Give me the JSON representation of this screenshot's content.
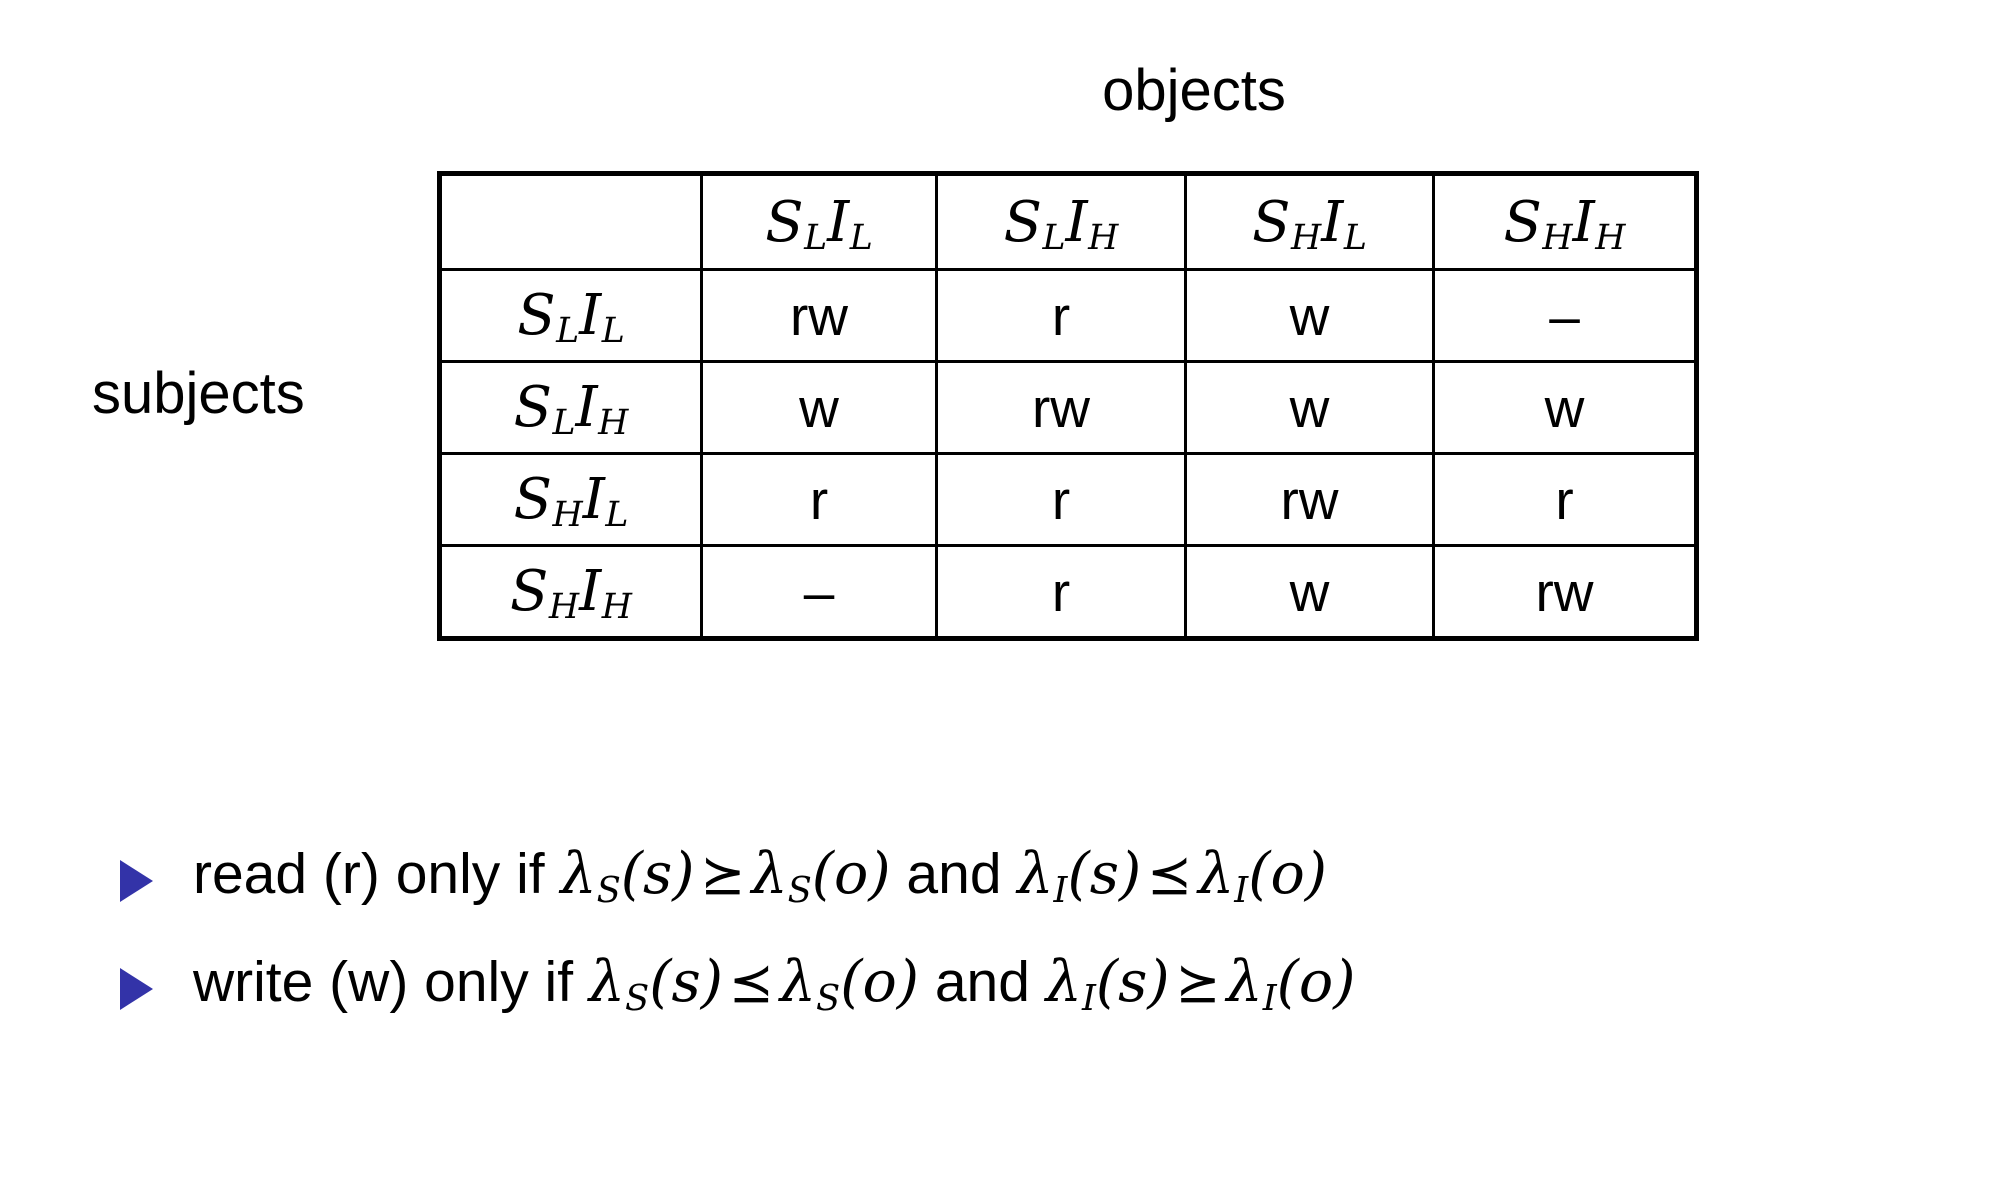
{
  "slide": {
    "objects_caption": "objects",
    "subjects_caption": "subjects"
  },
  "matrix": {
    "corner": "",
    "column_headers": [
      {
        "base": "S",
        "sub1": "L",
        "base2": "I",
        "sub2": "L",
        "text": "SLIL"
      },
      {
        "base": "S",
        "sub1": "L",
        "base2": "I",
        "sub2": "H",
        "text": "SLIH"
      },
      {
        "base": "S",
        "sub1": "H",
        "base2": "I",
        "sub2": "L",
        "text": "SHIL"
      },
      {
        "base": "S",
        "sub1": "H",
        "base2": "I",
        "sub2": "H",
        "text": "SHIH"
      }
    ],
    "row_headers": [
      {
        "base": "S",
        "sub1": "L",
        "base2": "I",
        "sub2": "L",
        "text": "SLIL"
      },
      {
        "base": "S",
        "sub1": "L",
        "base2": "I",
        "sub2": "H",
        "text": "SLIH"
      },
      {
        "base": "S",
        "sub1": "H",
        "base2": "I",
        "sub2": "L",
        "text": "SHIL"
      },
      {
        "base": "S",
        "sub1": "H",
        "base2": "I",
        "sub2": "H",
        "text": "SHIH"
      }
    ],
    "cells": [
      [
        "rw",
        "r",
        "w",
        "–"
      ],
      [
        "w",
        "rw",
        "w",
        "w"
      ],
      [
        "r",
        "r",
        "rw",
        "r"
      ],
      [
        "–",
        "r",
        "w",
        "rw"
      ]
    ]
  },
  "bullets": [
    {
      "marker": "triangle-right",
      "lead": "read (r) only if ",
      "parts": {
        "lambda": "λ",
        "sub_s": "S",
        "sub_i": "I",
        "arg_s": "(s)",
        "arg_o": "(o)",
        "rel1": "⪰",
        "conj": " and ",
        "rel2": "⪯"
      },
      "plain": "read (r) only if λS(s) ⪰ λS(o) and λI(s) ⪯ λI(o)"
    },
    {
      "marker": "triangle-right",
      "lead": "write (w) only if ",
      "parts": {
        "lambda": "λ",
        "sub_s": "S",
        "sub_i": "I",
        "arg_s": "(s)",
        "arg_o": "(o)",
        "rel1": "⪯",
        "conj": " and ",
        "rel2": "⪰"
      },
      "plain": "write (w) only if λS(s) ⪯ λS(o) and λI(s) ⪰ λI(o)"
    }
  ],
  "colors": {
    "bullet_marker": "#3333A8",
    "text": "#000000",
    "table_border": "#000000",
    "background": "#ffffff"
  }
}
